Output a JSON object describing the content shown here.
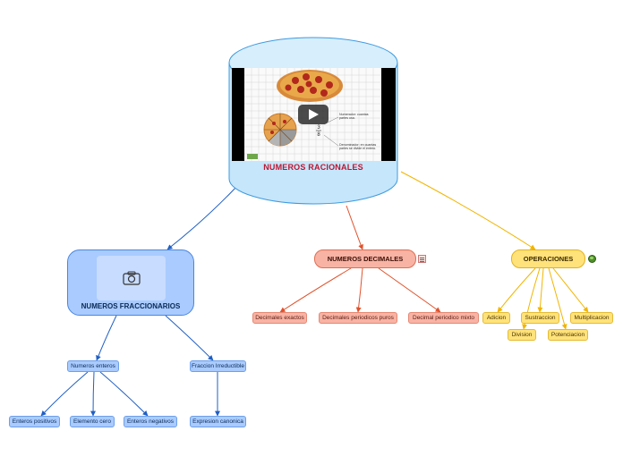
{
  "central": {
    "title": "NUMEROS RACIONALES",
    "video": {
      "label_numerator": "Numerador: cuantas partes usa.",
      "label_denominator": "Denominador: en cuantas partes se divide el entero.",
      "fraction_top": "3",
      "fraction_bottom": "8",
      "icon": "play-icon"
    }
  },
  "branches": {
    "fraccionarios": {
      "title": "NUMEROS FRACCIONARIOS",
      "icon": "camera-icon",
      "children": {
        "enteros": {
          "label": "Numeros enteros",
          "children": [
            "Enteros positivos",
            "Elemento cero",
            "Enteros negativos"
          ]
        },
        "irreducible": {
          "label": "Fraccion Irreductible",
          "children": [
            "Expresion canonica"
          ]
        }
      }
    },
    "decimales": {
      "title": "NUMEROS DECIMALES",
      "icon": "notes-icon",
      "children": [
        "Decimales exactos",
        "Decimales periodicos puros",
        "Decimal periodico mixto"
      ]
    },
    "operaciones": {
      "title": "OPERACIONES",
      "icon": "globe-icon",
      "children": [
        "Adicion",
        "Sustraccion",
        "Multiplicacion",
        "Division",
        "Potenciacion"
      ]
    }
  },
  "colors": {
    "blue": "#1f5fc4",
    "red": "#e0522c",
    "yellow": "#f1b500",
    "central_fill": "#c5e6fb",
    "central_stroke": "#3e9ae0",
    "title": "#c0142f"
  }
}
